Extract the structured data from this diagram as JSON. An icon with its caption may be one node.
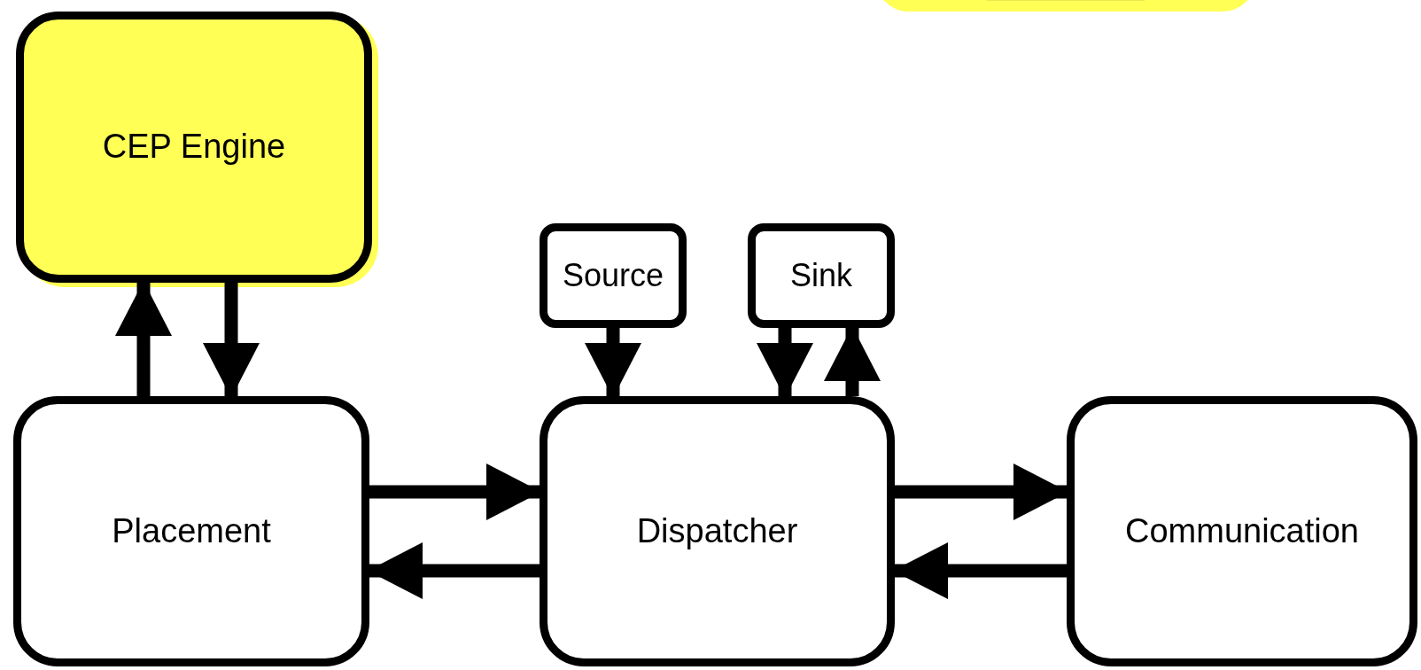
{
  "diagram": {
    "nodes": [
      {
        "text": [
          "CEP Engine"
        ]
      },
      {
        "text": [],
        "shape": "box"
      },
      {
        "text": [
          "Source"
        ]
      },
      {
        "text": [
          "Sink"
        ]
      },
      {
        "text": [
          "Placement"
        ]
      },
      {
        "text": [
          "Dispatcher"
        ]
      },
      {
        "text": [
          "Communication"
        ]
      }
    ],
    "edges": [
      {
        "from": 4,
        "to": 0,
        "arrow": "to"
      },
      {
        "from": 0,
        "to": 4,
        "arrow": "to"
      },
      {
        "from": 4,
        "to": 5,
        "arrow": "to"
      },
      {
        "from": 5,
        "to": 4,
        "arrow": "to"
      },
      {
        "from": 5,
        "to": 6,
        "arrow": "to"
      },
      {
        "from": 6,
        "to": 5,
        "arrow": "to"
      },
      {
        "from": 2,
        "to": 5,
        "arrow": "to"
      },
      {
        "from": 3,
        "to": 5,
        "arrow": "to"
      },
      {
        "from": 5,
        "to": 3,
        "arrow": "to"
      }
    ]
  }
}
